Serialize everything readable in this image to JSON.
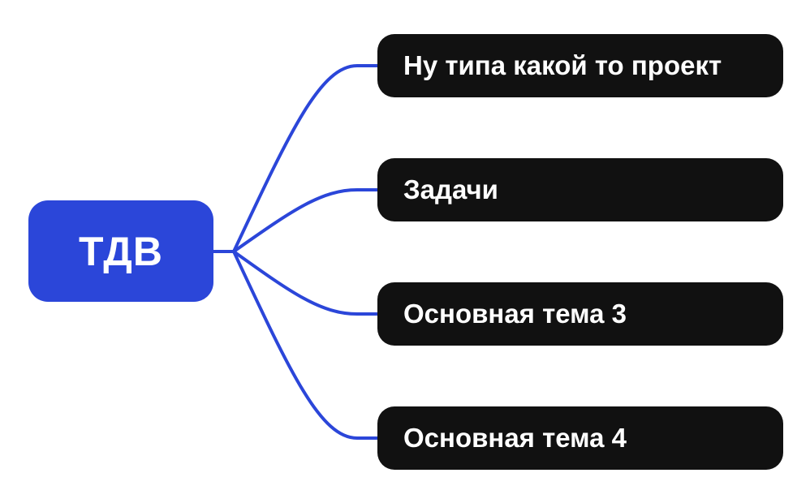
{
  "canvas": {
    "background": "#ffffff"
  },
  "colors": {
    "accent_blue": "#2b46d9",
    "node_black": "#111111",
    "text_white": "#ffffff"
  },
  "root": {
    "label": "ТДВ"
  },
  "branches": [
    {
      "label": "Ну типа какой то проект"
    },
    {
      "label": "Задачи"
    },
    {
      "label": "Основная тема 3"
    },
    {
      "label": "Основная тема 4"
    }
  ]
}
